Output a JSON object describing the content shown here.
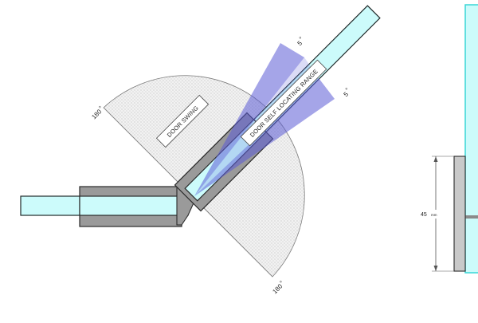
{
  "labels": {
    "door_swing": "DOOR SWING",
    "self_locating": "DOOR SELF LOCATING RANGE",
    "angle_top_left": "180",
    "angle_bottom": "180",
    "angle_upper": "5",
    "angle_lower": "5",
    "degree_symbol": "o",
    "dimension_value": "45",
    "dimension_unit": "mm"
  },
  "colors": {
    "glass": "#ccfbfb",
    "glass_edge": "#1f2a2a",
    "hinge_body": "#9a9a9a",
    "swing_fill": "#ededed",
    "range_fill": "#5b5bd6",
    "side_glass_edge": "#3ad6d6"
  }
}
